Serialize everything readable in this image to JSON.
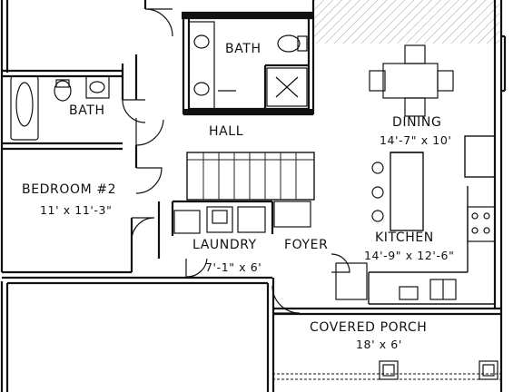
{
  "floor_plan": {
    "rooms": {
      "bath_upper": {
        "name": "BATH"
      },
      "bath_left": {
        "name": "BATH"
      },
      "hall": {
        "name": "HALL"
      },
      "dining": {
        "name": "DINING",
        "dims": "14'-7\" x 10'"
      },
      "bedroom2": {
        "name": "BEDROOM #2",
        "dims": "11' x 11'-3\""
      },
      "laundry": {
        "name": "LAUNDRY",
        "dims": "7'-1\" x 6'"
      },
      "foyer": {
        "name": "FOYER"
      },
      "kitchen": {
        "name": "KITCHEN",
        "dims": "14'-9\" x 12'-6\""
      },
      "porch": {
        "name": "COVERED PORCH",
        "dims": "18' x 6'"
      }
    }
  }
}
